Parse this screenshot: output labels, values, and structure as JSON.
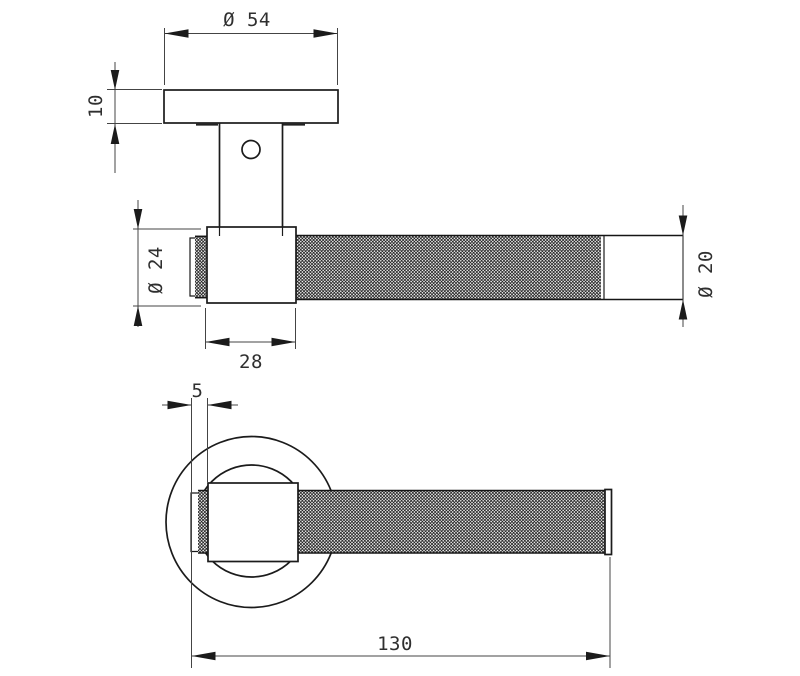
{
  "drawing": {
    "dimensions": {
      "rose_diameter": "Ø 54",
      "rose_thickness": "10",
      "hub_diameter": "Ø 24",
      "hub_length": "28",
      "lever_diameter": "Ø 20",
      "end_cap_offset": "5",
      "overall_length": "130"
    },
    "colors": {
      "object_line": "#1b1b1b",
      "dimension_line": "#444444",
      "text": "#2f2f2f",
      "background": "#ffffff",
      "knurl": "#111111"
    }
  }
}
